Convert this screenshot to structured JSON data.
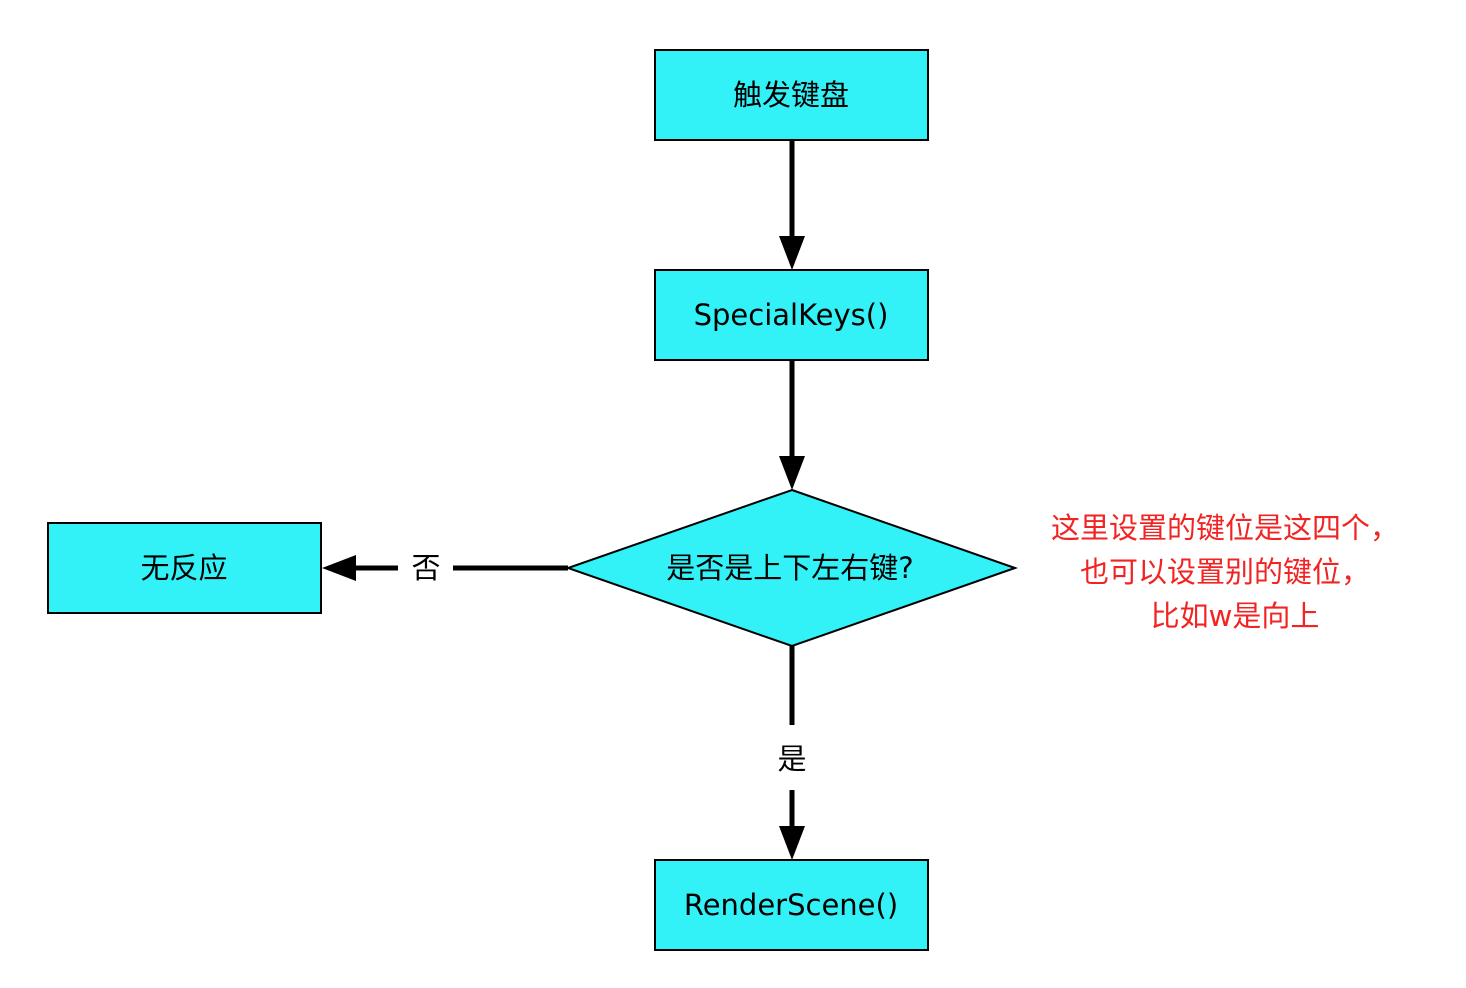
{
  "colors": {
    "node_fill": "#33F2F7",
    "stroke": "#000000",
    "note": "#F22323",
    "background": "#FFFFFF"
  },
  "nodes": {
    "trigger": "触发键盘",
    "special": "SpecialKeys()",
    "decision": "是否是上下左右键?",
    "noresponse": "无反应",
    "render": "RenderScene()"
  },
  "edges": {
    "no_label": "否",
    "yes_label": "是"
  },
  "note": {
    "lines": [
      "这里设置的键位是这四个，",
      "也可以设置别的键位，",
      "比如w是向上"
    ]
  }
}
